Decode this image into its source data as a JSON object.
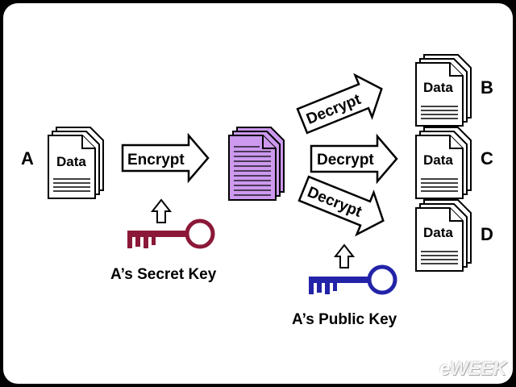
{
  "party": {
    "a": "A",
    "b": "B",
    "c": "C",
    "d": "D"
  },
  "document_label": "Data",
  "steps": {
    "encrypt": "Encrypt",
    "decrypt": "Decrypt"
  },
  "keys": {
    "secret": {
      "label": "A’s Secret Key",
      "color": "#8b1838"
    },
    "public": {
      "label": "A’s Public Key",
      "color": "#2323a8"
    }
  },
  "encrypted_doc_color": "#cc99ee",
  "brand": {
    "e": "e",
    "rest": "WEEK"
  }
}
